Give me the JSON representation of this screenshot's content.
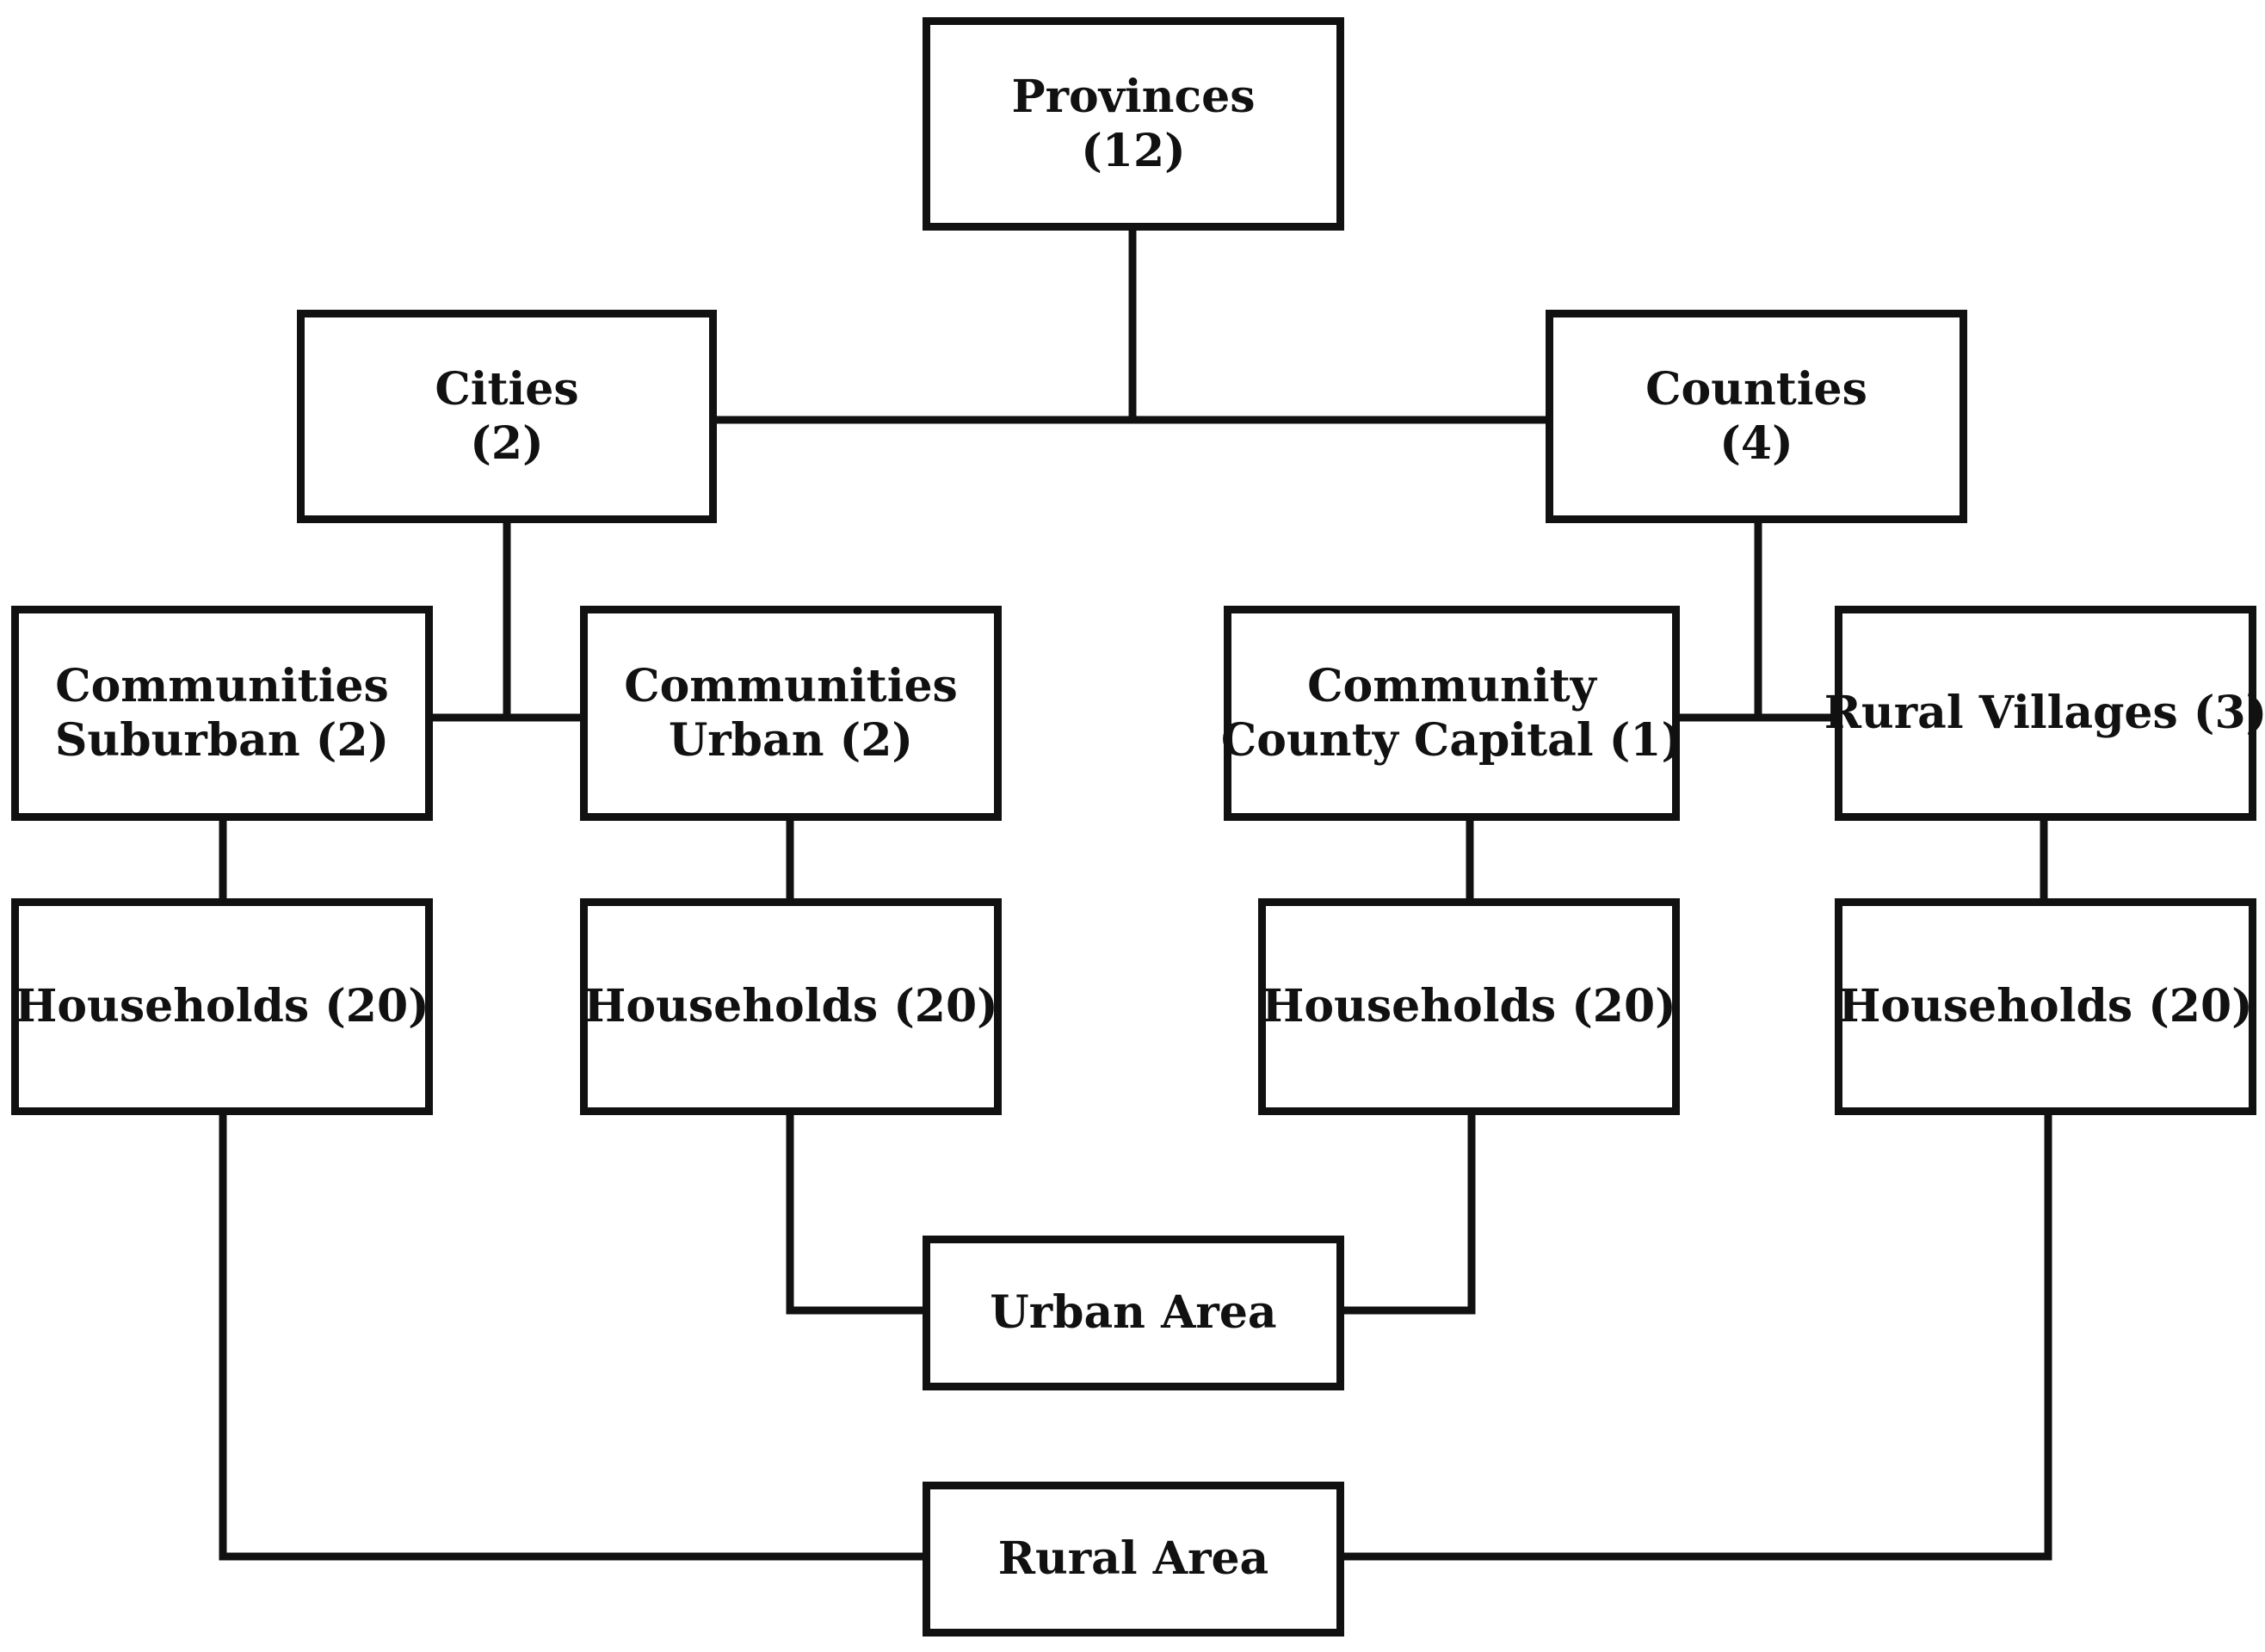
{
  "nodes": {
    "provinces": {
      "line1": "Provinces",
      "line2": "(12)"
    },
    "cities": {
      "line1": "Cities",
      "line2": "(2)"
    },
    "counties": {
      "line1": "Counties",
      "line2": "(4)"
    },
    "communities_suburban": {
      "line1": "Communities",
      "line2": "Suburban (2)"
    },
    "communities_urban": {
      "line1": "Communities",
      "line2": "Urban (2)"
    },
    "community_county_capital": {
      "line1": "Community",
      "line2": "County Capital (1)"
    },
    "rural_villages": {
      "line1": "Rural Villages (3)"
    },
    "households_1": {
      "line1": "Households (20)"
    },
    "households_2": {
      "line1": "Households (20)"
    },
    "households_3": {
      "line1": "Households (20)"
    },
    "households_4": {
      "line1": "Households (20)"
    },
    "urban_area": {
      "line1": "Urban Area"
    },
    "rural_area": {
      "line1": "Rural Area"
    }
  },
  "colors": {
    "stroke": "#111111",
    "background": "#ffffff"
  }
}
